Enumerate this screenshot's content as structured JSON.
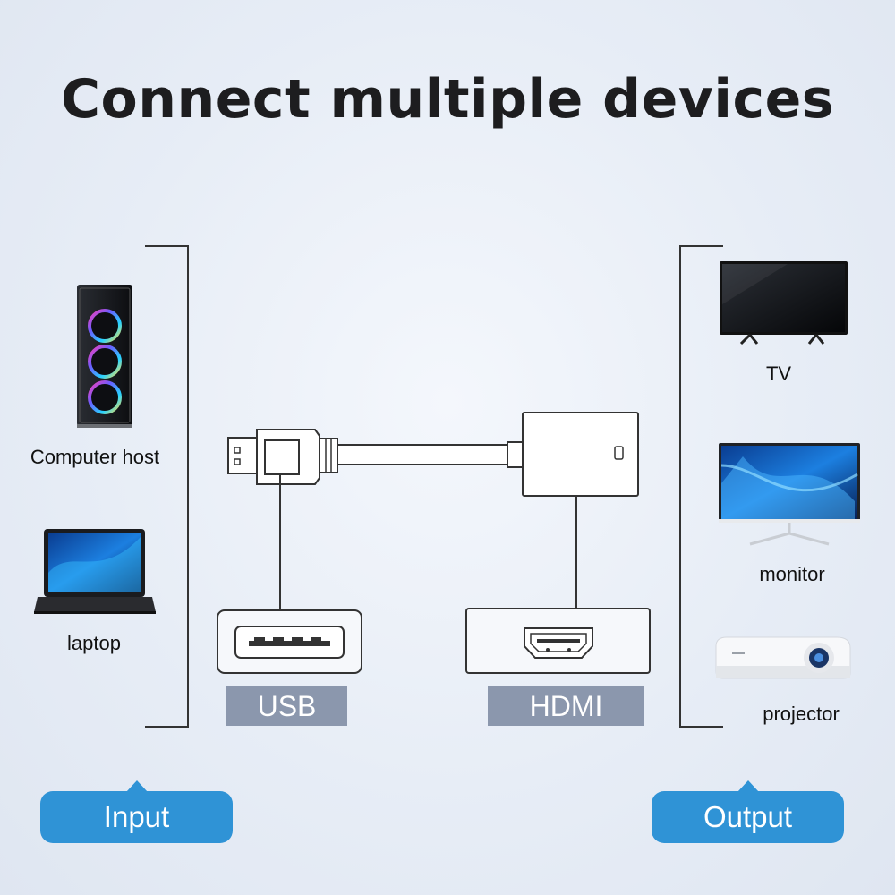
{
  "title": "Connect multiple devices",
  "input_devices": [
    {
      "label": "Computer host",
      "icon": "computer-tower-icon"
    },
    {
      "label": "laptop",
      "icon": "laptop-icon"
    }
  ],
  "output_devices": [
    {
      "label": "TV",
      "icon": "tv-icon"
    },
    {
      "label": "monitor",
      "icon": "monitor-icon"
    },
    {
      "label": "projector",
      "icon": "projector-icon"
    }
  ],
  "ports": {
    "usb": "USB",
    "hdmi": "HDMI"
  },
  "buttons": {
    "input": "Input",
    "output": "Output"
  },
  "colors": {
    "accent": "#2f93d6",
    "port_label_bg": "#8b97ad",
    "line": "#333333"
  }
}
